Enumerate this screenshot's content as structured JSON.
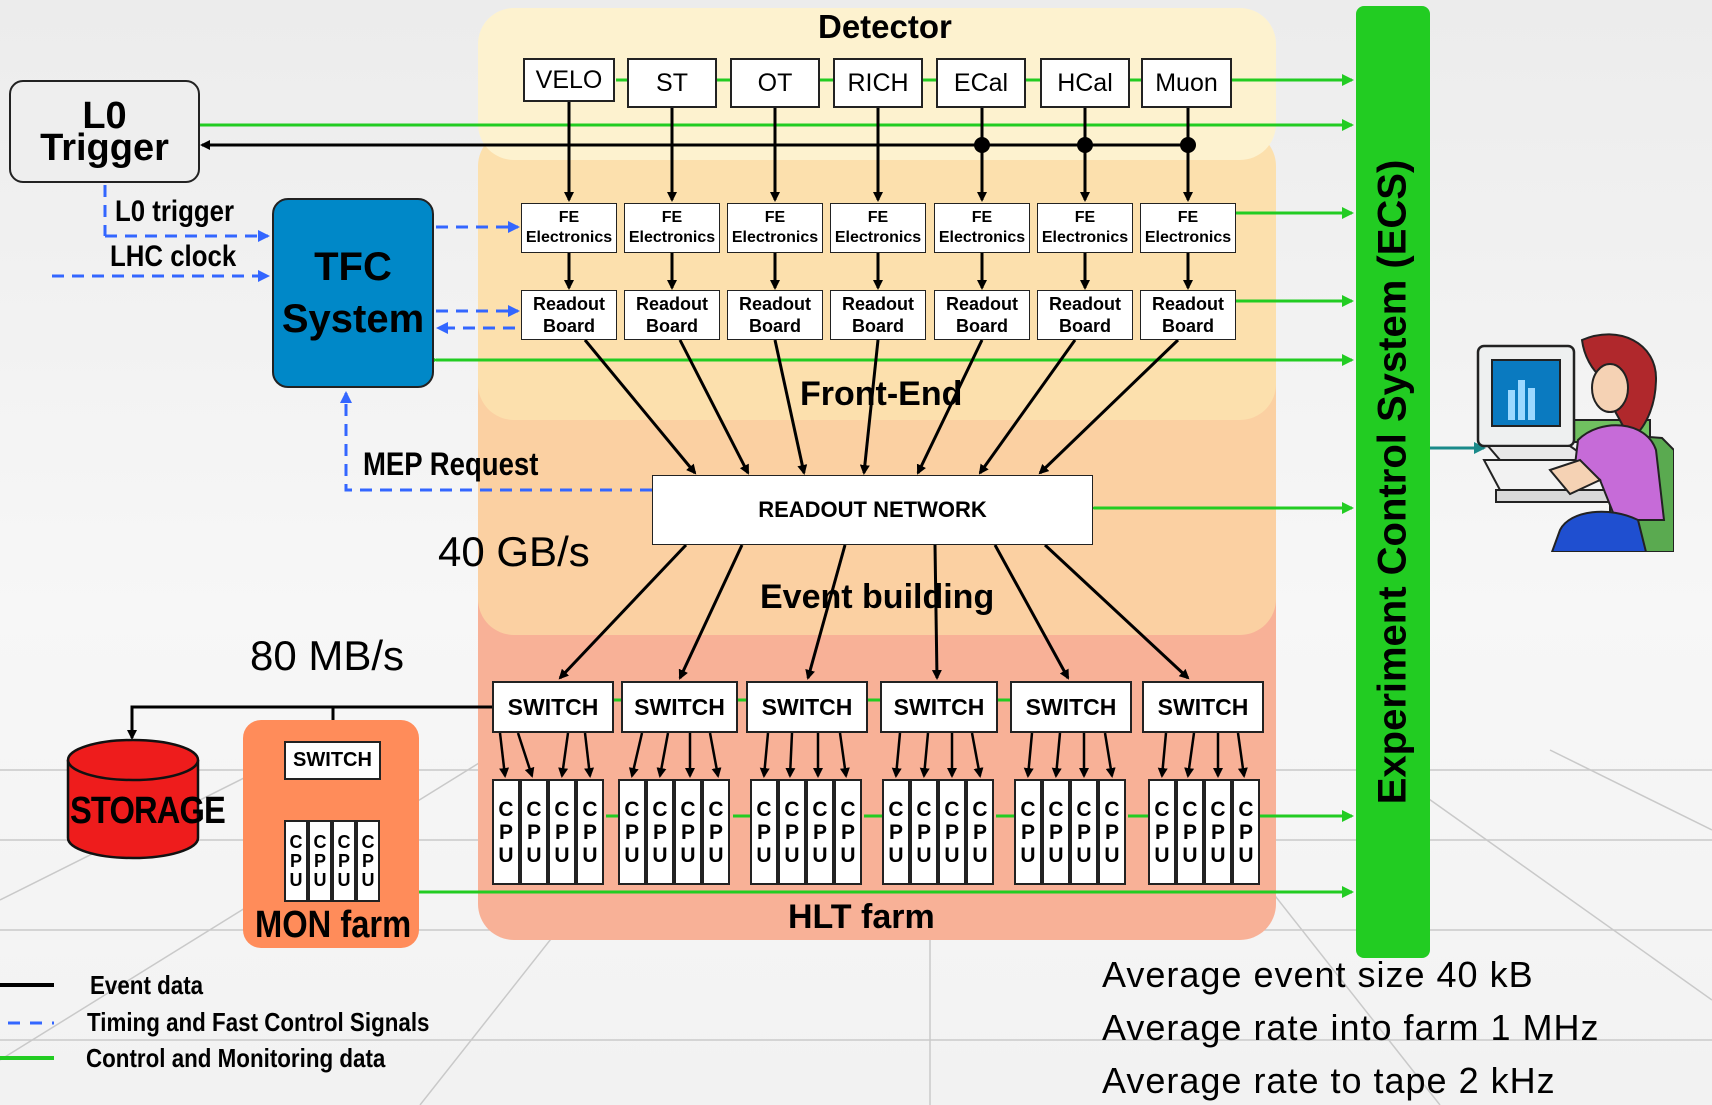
{
  "detector": {
    "title": "Detector",
    "subdetectors": [
      "VELO",
      "ST",
      "OT",
      "RICH",
      "ECal",
      "HCal",
      "Muon"
    ]
  },
  "front_end": {
    "title": "Front-End",
    "fe_line1": "FE",
    "fe_line2": "Electronics",
    "rb_line1": "Readout",
    "rb_line2": "Board"
  },
  "l0_trigger": {
    "line1": "L0",
    "line2": "Trigger"
  },
  "tfc": {
    "line1": "TFC",
    "line2": "System"
  },
  "signals": {
    "l0_trigger": "L0 trigger",
    "lhc_clock": "LHC clock",
    "mep_request": "MEP Request"
  },
  "readout_network": "READOUT NETWORK",
  "event_building": "Event building",
  "rates": {
    "network": "40 GB/s",
    "storage": "80 MB/s"
  },
  "switch_label": "SWITCH",
  "cpu_letters": [
    "C",
    "P",
    "U"
  ],
  "hlt_farm": "HLT farm",
  "mon_farm": "MON farm",
  "storage": "STORAGE",
  "ecs": "Experiment Control System (ECS)",
  "legend": [
    {
      "label": "Event data",
      "color": "#000000",
      "style": "solid"
    },
    {
      "label": "Timing and Fast Control Signals",
      "color": "#3366ff",
      "style": "dashed"
    },
    {
      "label": "Control and Monitoring data",
      "color": "#22cc22",
      "style": "solid"
    }
  ],
  "stats": [
    "Average event size 40 kB",
    "Average rate into farm 1 MHz",
    "Average rate to tape 2 kHz"
  ],
  "colors": {
    "detector_band": "#fdf2cf",
    "frontend_band": "#fce0ad",
    "eventbuilding_band": "#fbd0a2",
    "hlt_band": "#f8b197",
    "tfc": "#0088c8",
    "ecs": "#22cc22",
    "storage": "#ee1c1c",
    "mon_farm": "#ff8c5a"
  },
  "icons": [
    "operator-at-computer-icon"
  ]
}
